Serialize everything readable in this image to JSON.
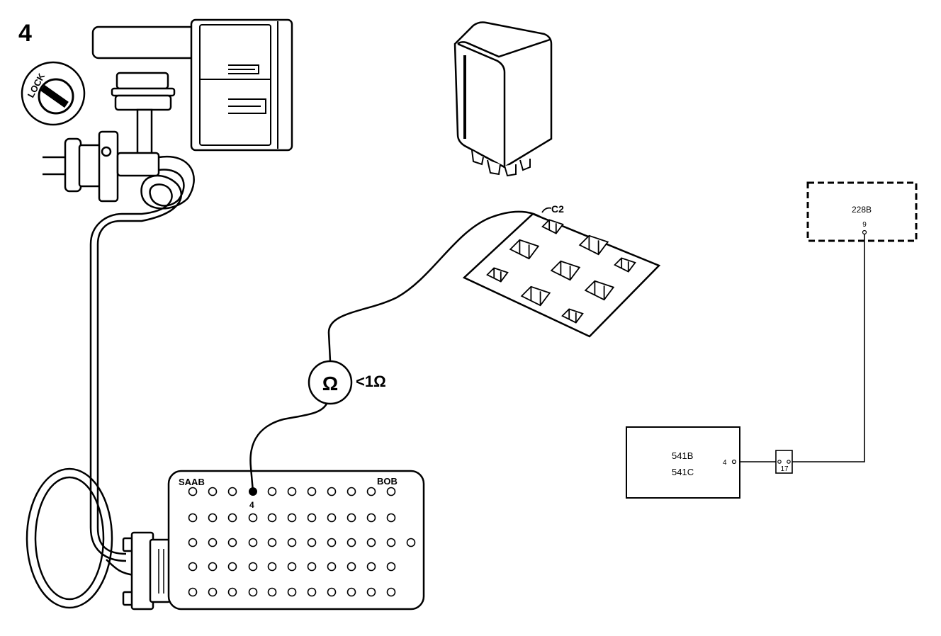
{
  "step_number": "4",
  "lock_label": "LOCK",
  "connector_label": "C2",
  "meter": {
    "symbol": "Ω",
    "reading": "<1Ω"
  },
  "bob_box": {
    "brand_label": "SAAB",
    "name_label": "BOB",
    "pin_label": "4"
  },
  "schematic": {
    "module_228b": {
      "name": "228B",
      "pin": "9"
    },
    "module_541": {
      "line1": "541B",
      "line2": "541C",
      "pin": "4"
    },
    "splice_label": "17"
  }
}
